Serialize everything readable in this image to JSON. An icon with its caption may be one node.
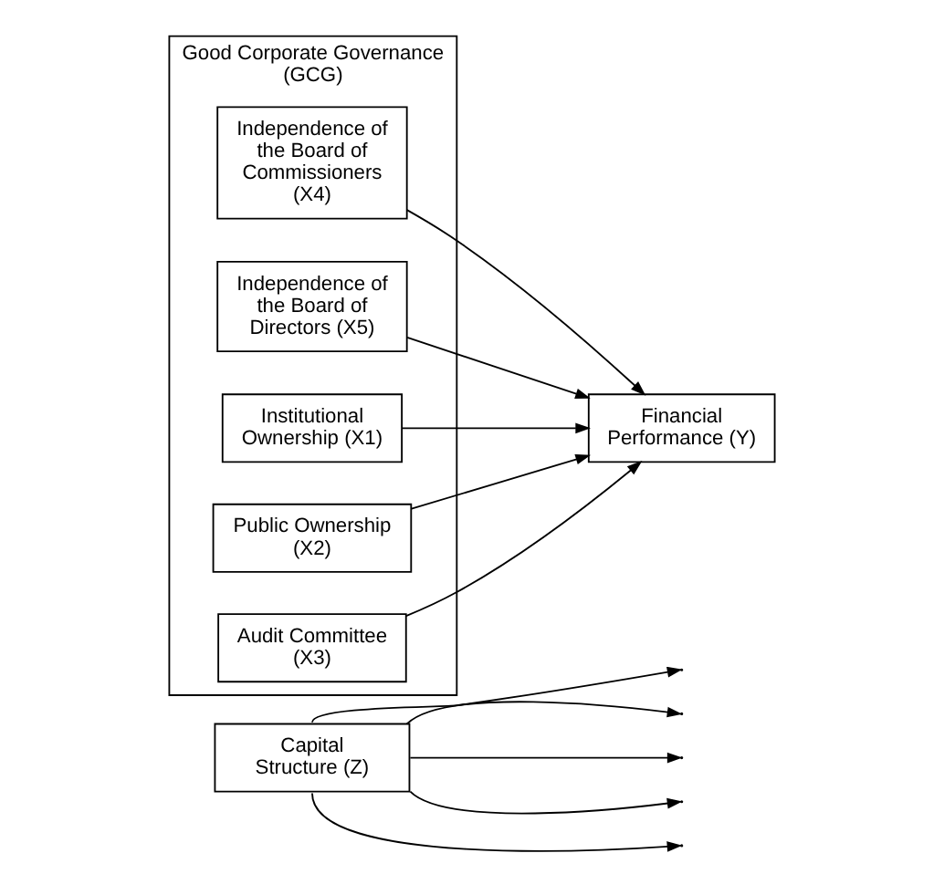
{
  "diagram": {
    "nodes": [
      {
        "text": [
          "Good Corporate Governance (GCG)"
        ]
      },
      {
        "text": [
          "Institutional Ownership (X1)"
        ],
        "in": 0
      },
      {
        "text": [
          "Public Ownership (X2)"
        ],
        "in": 0
      },
      {
        "text": [
          "Audit Committee (X3)"
        ],
        "in": 0
      },
      {
        "text": [
          "Independence of the Board of Commissioners (X4)"
        ],
        "in": 0
      },
      {
        "text": [
          "Independence of the Board of Directors (X5)"
        ],
        "in": 0
      },
      {
        "text": [
          "Financial Performance (Y)"
        ]
      },
      {
        "text": [
          "Capital Structure (Z)"
        ]
      }
    ],
    "edges": [
      {
        "from": 1,
        "to": 6,
        "arrow": "to"
      },
      {
        "from": 2,
        "to": 6,
        "arrow": "to"
      },
      {
        "from": 3,
        "to": 6,
        "arrow": "to"
      },
      {
        "from": 4,
        "to": 6,
        "arrow": "to"
      },
      {
        "from": 5,
        "to": 6,
        "arrow": "to"
      },
      {
        "from": 7,
        "to": null,
        "arrow": "to"
      },
      {
        "from": 7,
        "to": null,
        "arrow": "to"
      },
      {
        "from": 7,
        "to": null,
        "arrow": "to"
      },
      {
        "from": 7,
        "to": null,
        "arrow": "to"
      },
      {
        "from": 7,
        "to": null,
        "arrow": "to"
      }
    ]
  }
}
